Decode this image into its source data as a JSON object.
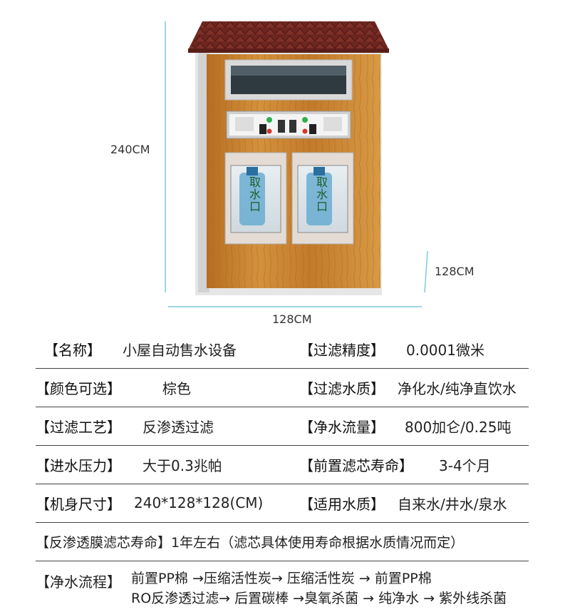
{
  "dimensions": {
    "height": "240CM",
    "depth": "128CM",
    "width": "128CM"
  },
  "kiosk": {
    "tap_labels": [
      "取水口",
      "取水口"
    ]
  },
  "specs": [
    {
      "label": "【名称】",
      "value": "小屋自动售水设备",
      "label2": "【过滤精度】",
      "value2": "0.0001微米"
    },
    {
      "label": "【颜色可选】",
      "value": "棕色",
      "label2": "【过滤水质】",
      "value2": "净化水/纯净直饮水"
    },
    {
      "label": "【过滤工艺】",
      "value": "反渗透过滤",
      "label2": "【净水流量】",
      "value2": "800加仑/0.25吨"
    },
    {
      "label": "【进水压力】",
      "value": "大于0.3兆帕",
      "label2": "【前置滤芯寿命】",
      "value2": "3-4个月"
    },
    {
      "label": "【机身尺寸】",
      "value": "240*128*128(CM)",
      "label2": "【适用水质】",
      "value2": "自来水/井水/泉水"
    }
  ],
  "membrane_life": "【反渗透膜滤芯寿命】1年左右（滤芯具体使用寿命根据水质情况而定）",
  "process": {
    "label": "【净水流程】",
    "line1": "前置PP棉 →压缩活性炭→ 压缩活性炭 → 前置PP棉",
    "line2": "RO反渗透过滤→ 后置碳棒 →臭氧杀菌 → 纯净水 → 紫外线杀菌"
  },
  "colors": {
    "wood": "#c8832f",
    "roof": "#7a2a22",
    "frame": "#dcdcdc",
    "dim_line": "#7fc9d6"
  }
}
